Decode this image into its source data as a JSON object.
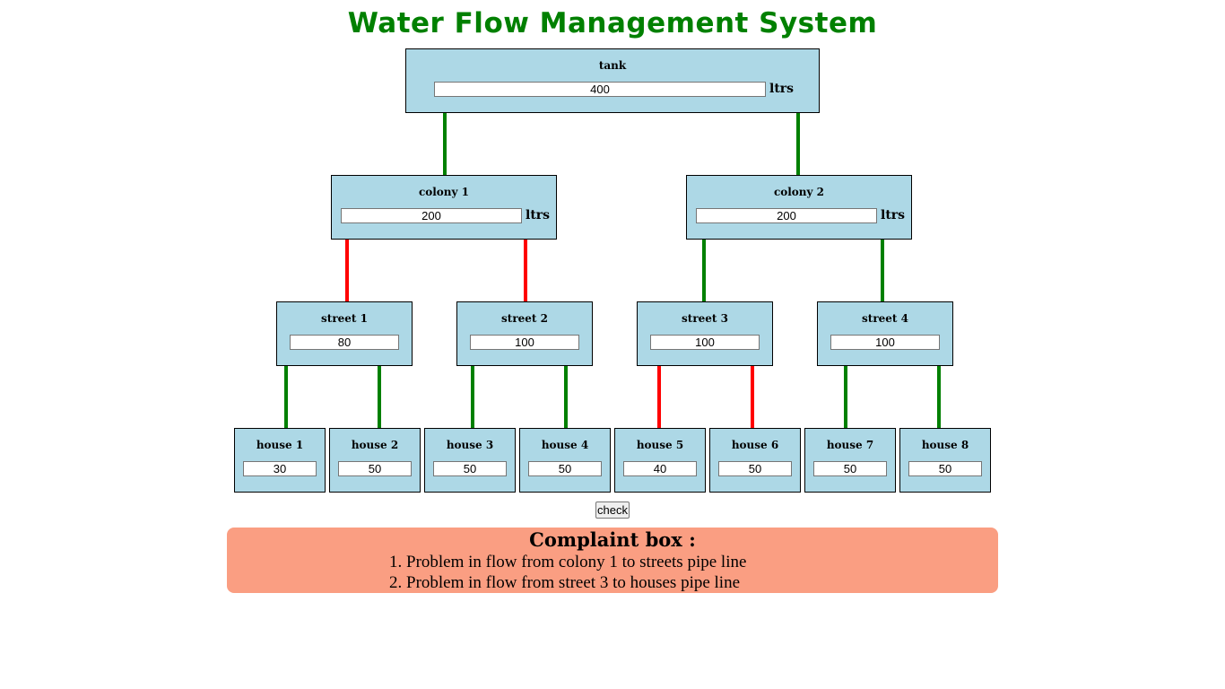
{
  "page": {
    "title": "Water Flow Management System"
  },
  "tank": {
    "label": "tank",
    "value": "400",
    "unit": "ltrs"
  },
  "colonies": [
    {
      "label": "colony 1",
      "value": "200",
      "unit": "ltrs"
    },
    {
      "label": "colony 2",
      "value": "200",
      "unit": "ltrs"
    }
  ],
  "streets": [
    {
      "label": "street 1",
      "value": "80"
    },
    {
      "label": "street 2",
      "value": "100"
    },
    {
      "label": "street 3",
      "value": "100"
    },
    {
      "label": "street 4",
      "value": "100"
    }
  ],
  "houses": [
    {
      "label": "house 1",
      "value": "30"
    },
    {
      "label": "house 2",
      "value": "50"
    },
    {
      "label": "house 3",
      "value": "50"
    },
    {
      "label": "house 4",
      "value": "50"
    },
    {
      "label": "house 5",
      "value": "40"
    },
    {
      "label": "house 6",
      "value": "50"
    },
    {
      "label": "house 7",
      "value": "50"
    },
    {
      "label": "house 8",
      "value": "50"
    }
  ],
  "pipes": {
    "tank_to_colony": [
      "ok",
      "ok"
    ],
    "colony_to_street": [
      "fault",
      "fault",
      "ok",
      "ok"
    ],
    "street_to_house": [
      "ok",
      "ok",
      "ok",
      "ok",
      "fault",
      "fault",
      "ok",
      "ok"
    ]
  },
  "colors": {
    "pipe_ok": "#008000",
    "pipe_fault": "#ff0000",
    "node_bg": "#add8e6",
    "title": "#008000",
    "complaint_bg": "#fa9e82"
  },
  "check_button": {
    "label": "check"
  },
  "complaint_box": {
    "heading": "Complaint box :",
    "items": [
      "Problem in flow from colony 1 to streets pipe line",
      "Problem in flow from street 3 to houses pipe line"
    ]
  }
}
